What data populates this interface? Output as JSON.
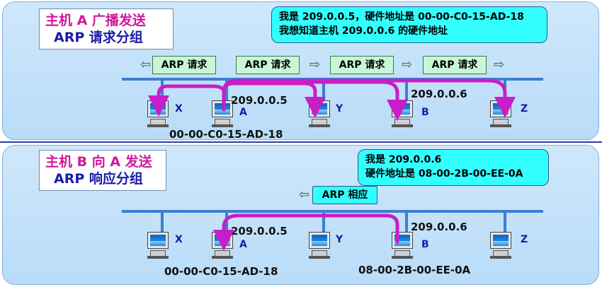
{
  "top": {
    "title_line1": "主机 A 广播发送",
    "title_line2": "ARP 请求分组",
    "callout_line1": "我是 209.0.0.5，硬件地址是 00-00-C0-15-AD-18",
    "callout_line2": "我想知道主机 209.0.0.6 的硬件地址",
    "request_labels": [
      "ARP 请求",
      "ARP 请求",
      "ARP 请求",
      "ARP 请求"
    ],
    "hosts": [
      "X",
      "A",
      "Y",
      "B",
      "Z"
    ],
    "ip_a": "209.0.0.5",
    "ip_b": "209.0.0.6",
    "mac_a": "00-00-C0-15-AD-18",
    "arrow_color": "#c81ec8"
  },
  "bottom": {
    "title_line1": "主机 B 向 A 发送",
    "title_line2": "ARP 响应分组",
    "callout_line1": "我是 209.0.0.6",
    "callout_line2": "硬件地址是 08-00-2B-00-EE-0A",
    "reply_label": "ARP 相应",
    "hosts": [
      "X",
      "A",
      "Y",
      "B",
      "Z"
    ],
    "ip_a": "209.0.0.5",
    "ip_b": "209.0.0.6",
    "mac_a": "00-00-C0-15-AD-18",
    "mac_b": "08-00-2B-00-EE-0A"
  },
  "colors": {
    "panel": "#c4e2fa",
    "bus": "#3b7fd0",
    "callout": "#33ffff",
    "request_box": "#c8f7d6",
    "title_pink": "#d0189b",
    "title_blue": "#1a1aa8"
  }
}
